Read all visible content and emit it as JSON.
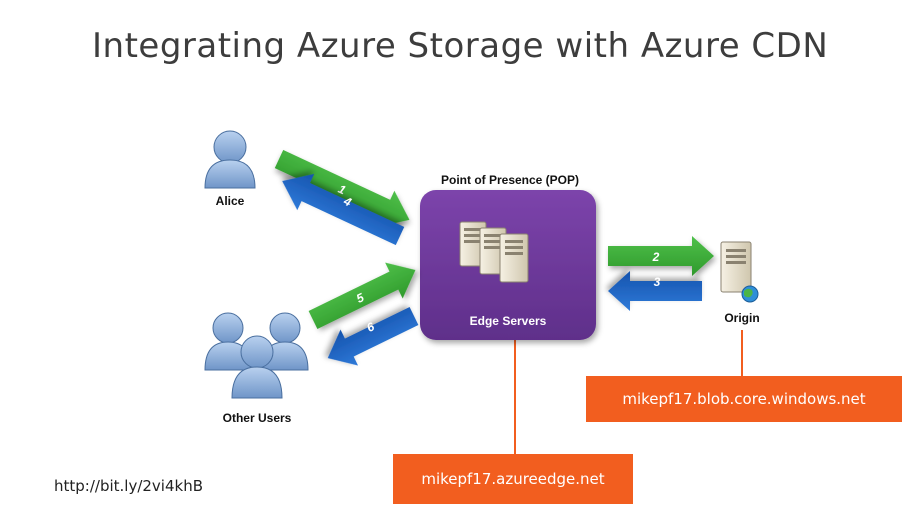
{
  "title": "Integrating Azure Storage with Azure CDN",
  "actors": {
    "alice": "Alice",
    "other_users": "Other Users",
    "origin": "Origin"
  },
  "pop": {
    "heading": "Point of Presence (POP)",
    "label": "Edge Servers"
  },
  "arrows": [
    "1",
    "2",
    "3",
    "4",
    "5",
    "6"
  ],
  "urls": {
    "origin": "mikepf17.blob.core.windows.net",
    "cdn": "mikepf17.azureedge.net"
  },
  "short_link": "http://bit.ly/2vi4khB",
  "colors": {
    "request_arrow": "#3aaa35",
    "response_arrow": "#1b63c6",
    "pop_box": "#6e3a99",
    "url_box": "#f25e1f",
    "connector": "#f25e1f"
  },
  "icons": [
    "user-icon",
    "users-group-icon",
    "server-icon",
    "globe-icon"
  ]
}
